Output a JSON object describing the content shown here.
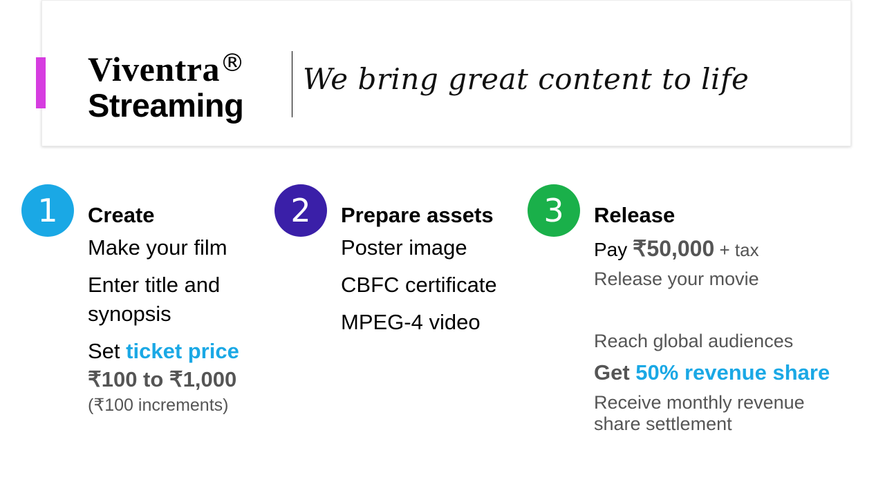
{
  "header": {
    "brand_line1": "Viventra",
    "brand_reg": "®",
    "brand_line2": "Streaming",
    "tagline": "We bring great content to life"
  },
  "colors": {
    "accent_bar": "#d63de0",
    "step1": "#1aa8e5",
    "step2": "#3a1fa8",
    "step3": "#1ab04a",
    "highlight": "#1aa8e5",
    "gray_text": "#555555"
  },
  "steps": [
    {
      "number": "1",
      "title": "Create",
      "items": [
        "Make your film",
        "Enter title and synopsis"
      ],
      "price_prefix": "Set ",
      "price_highlight": "ticket price",
      "price_range": "₹100 to ₹1,000",
      "price_note": "(₹100 increments)"
    },
    {
      "number": "2",
      "title": "Prepare assets",
      "items": [
        "Poster image",
        "CBFC certificate",
        "MPEG-4 video"
      ]
    },
    {
      "number": "3",
      "title": "Release",
      "pay_prefix": "Pay ",
      "pay_amount": "₹50,000",
      "pay_suffix": " + tax",
      "release_text": "Release your movie",
      "reach_text": "Reach global audiences",
      "share_prefix": "Get ",
      "share_highlight": "50% revenue share",
      "settlement_text": "Receive monthly revenue share settlement"
    }
  ]
}
